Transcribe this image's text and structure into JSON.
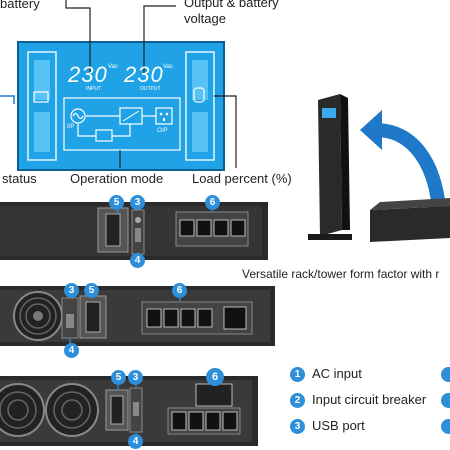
{
  "labels": {
    "battery": "battery",
    "output_voltage_line1": "Output & battery",
    "output_voltage_line2": "voltage",
    "status": "status",
    "operation_mode": "Operation mode",
    "load_percent": "Load percent (%)",
    "form_factor": "Versatile rack/tower form factor with r"
  },
  "lcd": {
    "input_value": "230",
    "input_unit": "Vac",
    "input_label": "INPUT",
    "output_value": "230",
    "output_unit": "Vac",
    "output_label": "OUTPUT",
    "ip_label": "I/P",
    "op_label": "O/P"
  },
  "badges": {
    "u1_a": "5",
    "u1_b": "3",
    "u1_c": "6",
    "u1_d": "4",
    "u2_a": "3",
    "u2_b": "5",
    "u2_c": "6",
    "u2_d": "4",
    "u3_a": "5",
    "u3_b": "3",
    "u3_c": "6",
    "u3_d": "4"
  },
  "legend": [
    {
      "num": "1",
      "text": "AC input"
    },
    {
      "num": "2",
      "text": "Input circuit breaker"
    },
    {
      "num": "3",
      "text": "USB port"
    }
  ],
  "colors": {
    "lcd_blue": "#1fa3e6",
    "badge_blue": "#2e8fd8",
    "arrow_blue": "#1f78c8",
    "chassis": "#2a2a2a"
  }
}
